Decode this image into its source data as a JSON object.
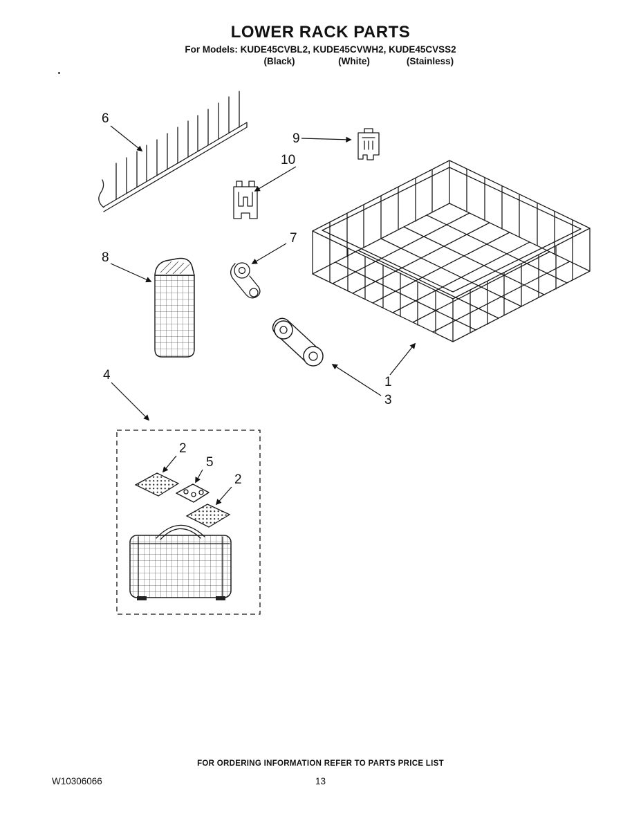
{
  "header": {
    "title": "LOWER RACK PARTS",
    "models_line": "For Models: KUDE45CVBL2, KUDE45CVWH2, KUDE45CVSS2",
    "finishes": [
      "(Black)",
      "(White)",
      "(Stainless)"
    ]
  },
  "callouts": {
    "c1": "1",
    "c2a": "2",
    "c2b": "2",
    "c3": "3",
    "c4": "4",
    "c5": "5",
    "c6": "6",
    "c7": "7",
    "c8": "8",
    "c9": "9",
    "c10": "10"
  },
  "footer": {
    "ordering_note": "FOR ORDERING INFORMATION REFER TO PARTS PRICE LIST",
    "doc_number": "W10306066",
    "page_number": "13"
  }
}
